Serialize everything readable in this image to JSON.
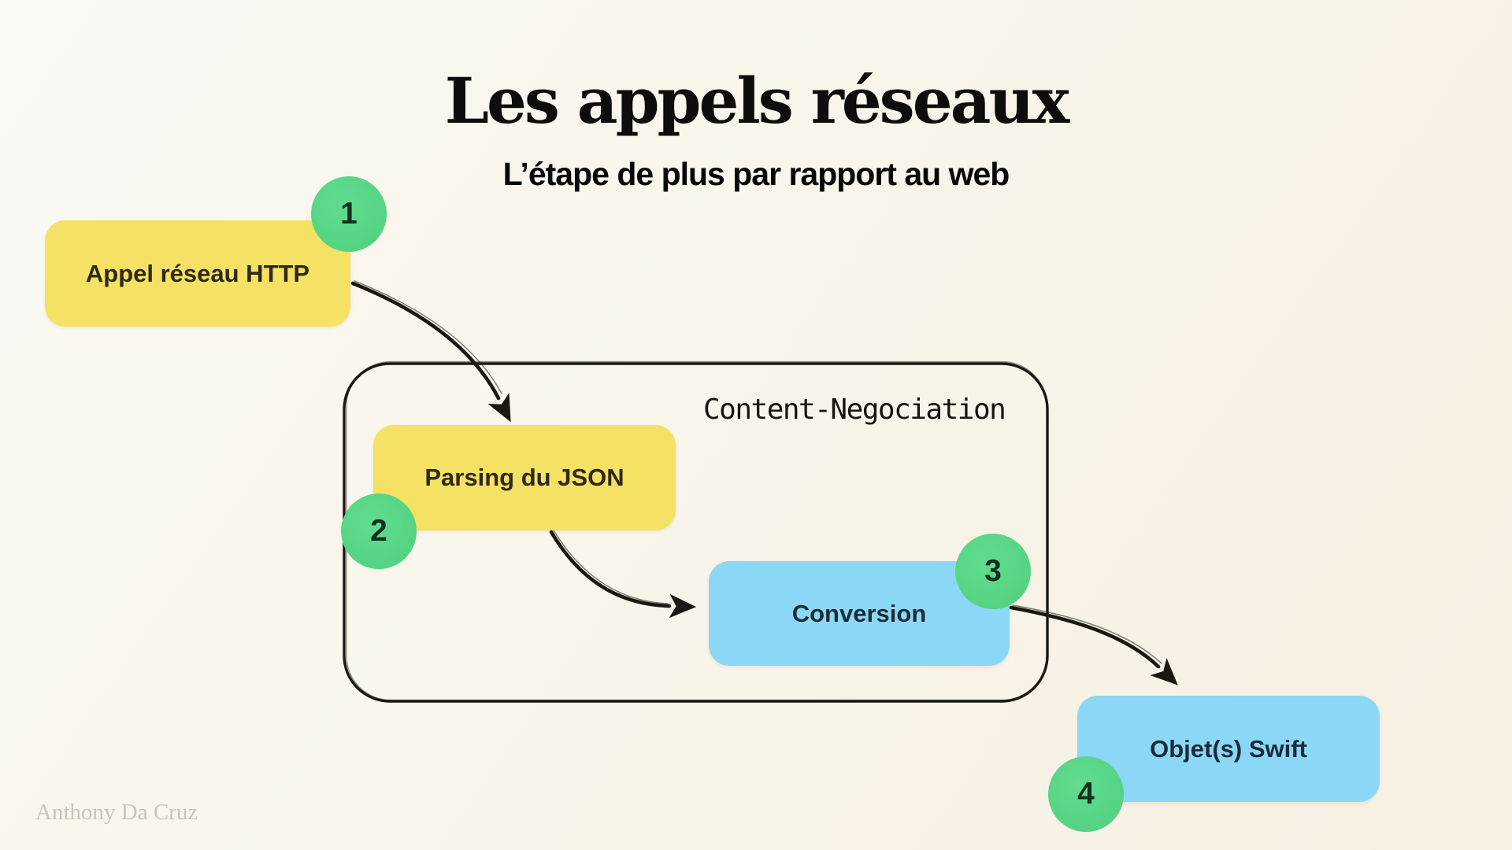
{
  "page": {
    "title": "Les appels réseaux",
    "subtitle": "L’étape de plus par rapport au web",
    "watermark": "Anthony Da Cruz"
  },
  "diagram": {
    "container_label": "Content-Negociation",
    "nodes": [
      {
        "id": "http",
        "label": "Appel réseau HTTP",
        "step": "1",
        "fill": "#f5e163"
      },
      {
        "id": "parsing",
        "label": "Parsing du JSON",
        "step": "2",
        "fill": "#f5e163"
      },
      {
        "id": "conversion",
        "label": "Conversion",
        "step": "3",
        "fill": "#8bd8f6"
      },
      {
        "id": "swift",
        "label": "Objet(s) Swift",
        "step": "4",
        "fill": "#8bd8f6"
      }
    ],
    "colors": {
      "background": "#f9f5ea",
      "node_yellow": "#f5e163",
      "node_blue": "#8bd8f6",
      "badge_green": "#57d685",
      "ink": "#1a1812",
      "watermark_gray": "#c9c5b6"
    }
  }
}
